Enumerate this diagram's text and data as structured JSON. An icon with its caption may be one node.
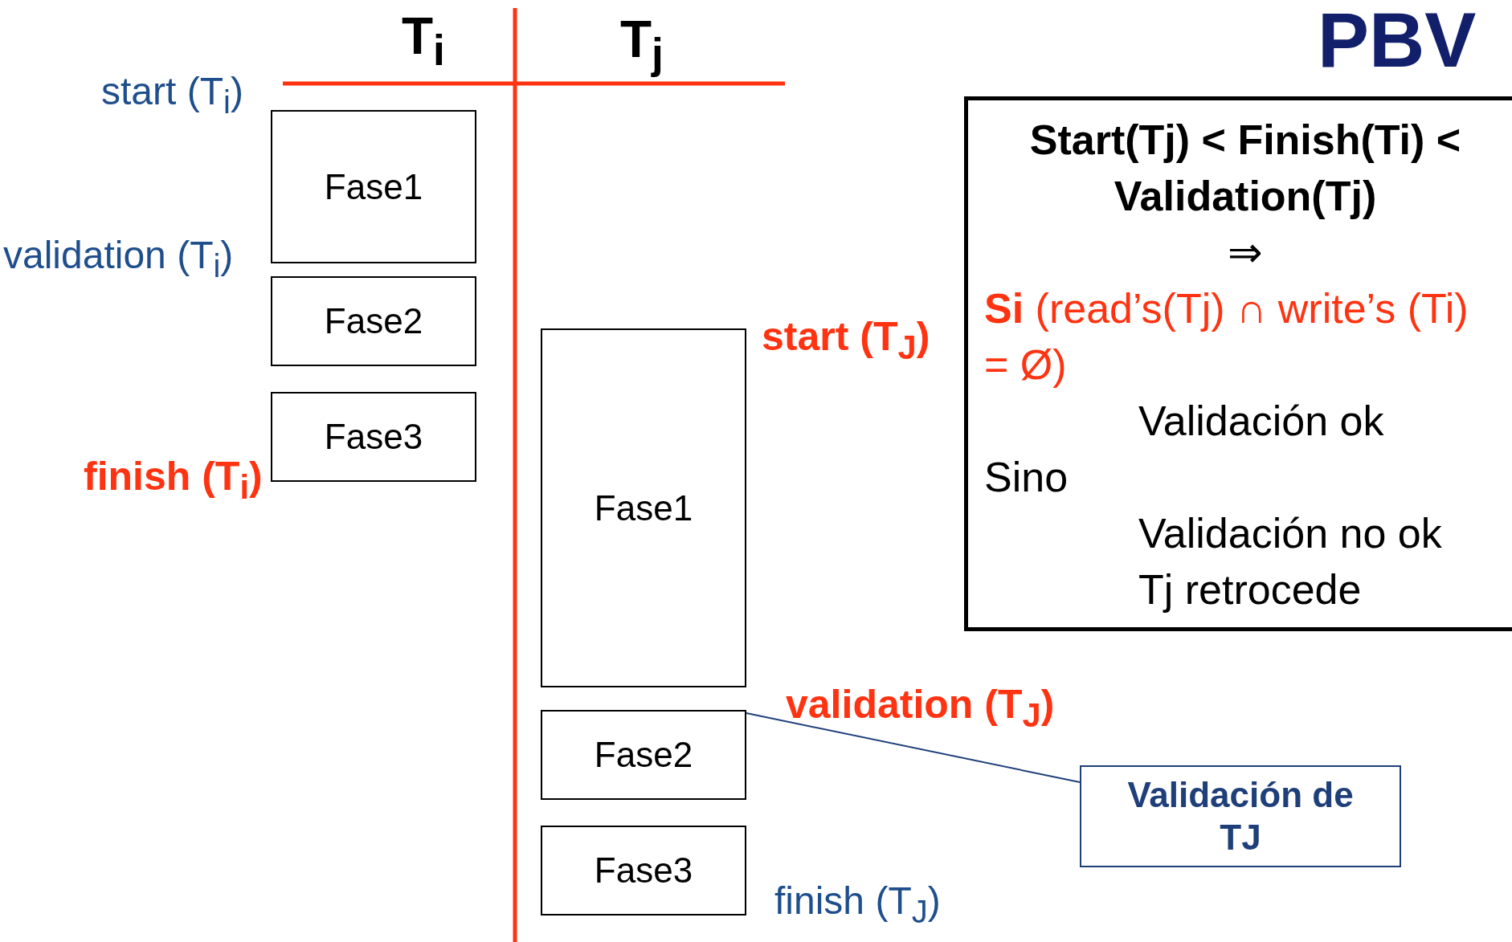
{
  "diagram": {
    "title": "PBV",
    "nodes": [
      {
        "text": [
          "Fase1"
        ]
      },
      {
        "text": [
          "Fase2"
        ]
      },
      {
        "text": [
          "Fase3"
        ]
      },
      {
        "text": [
          "Fase1"
        ]
      },
      {
        "text": [
          "Fase2"
        ]
      },
      {
        "text": [
          "Fase3"
        ]
      },
      {
        "text": [
          "Start(Tj) < Finish(Ti) < Validation(Tj)",
          "⇒",
          "**Si** (read’s(Tj) ∩ write’s (Ti) = Ø)",
          "Validación ok",
          "Sino",
          "Validación no ok",
          "Tj retrocede"
        ]
      },
      {
        "text": [
          "Validación de TJ"
        ]
      }
    ],
    "edges": [
      {
        "from": 7,
        "to": 4,
        "arrow": "none"
      }
    ],
    "labels": [
      "T$_{i}$",
      "T$_{j}$",
      "start (T$_{i}$)",
      "validation (T$_{i}$)",
      "finish (T$_{i}$)",
      "start (T$_{J}$)",
      "validation (T$_{J}$)",
      "finish (T$_{J}$)"
    ]
  }
}
